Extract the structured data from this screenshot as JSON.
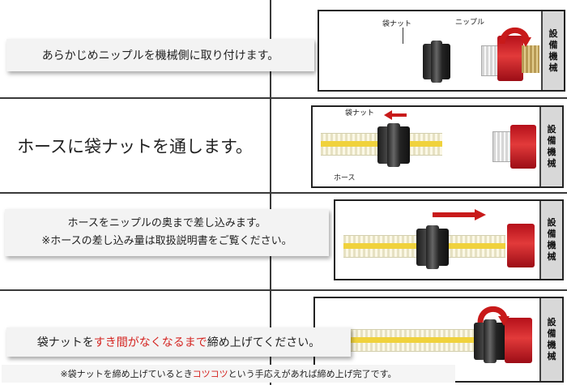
{
  "steps": [
    {
      "text": "あらかじめニップルを機械側に取り付けます。"
    },
    {
      "text": "ホースに袋ナットを通します。"
    },
    {
      "line1": "ホースをニップルの奥まで差し込みます。",
      "line2": "※ホースの差し込み量は取扱説明書をご覧ください。"
    },
    {
      "pre": "袋ナットを",
      "highlight": "すき間がなくなるまで",
      "post": "締め上げてください。"
    }
  ],
  "footnote": {
    "pre": "※袋ナットを締め上げているとき",
    "highlight": "コツコツ",
    "post": "という手応えがあれば締め上げ完了です。"
  },
  "labels": {
    "nut": "袋ナット",
    "nipple": "ニップル",
    "hose": "ホース"
  },
  "equipment_label": [
    "設",
    "備",
    "機",
    "械"
  ],
  "colors": {
    "accent_red": "#d4231f",
    "hose_yellow": "#f0d23c"
  }
}
